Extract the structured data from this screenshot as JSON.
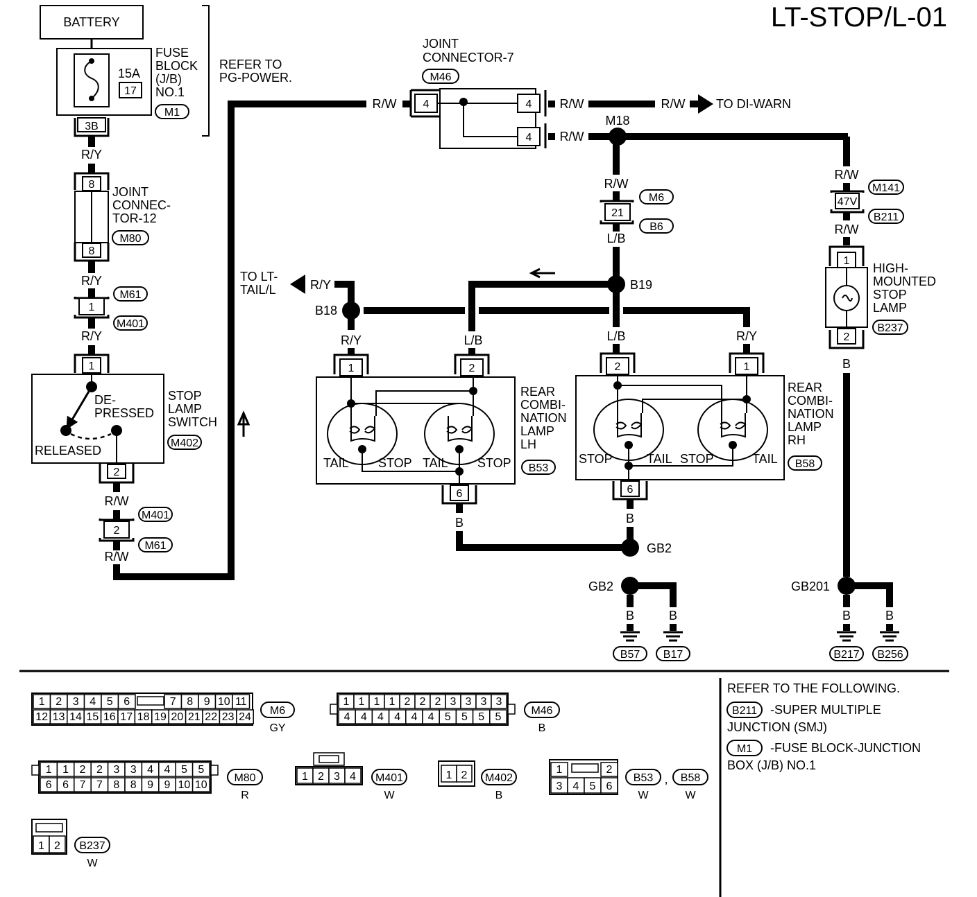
{
  "title": "LT-STOP/L-01",
  "components": {
    "battery": "BATTERY",
    "fuse_block": [
      "FUSE",
      "BLOCK",
      "(J/B)",
      "NO.1"
    ],
    "fuse_rating": "15A",
    "fuse_no": "17",
    "refer_pg": [
      "REFER TO",
      "PG-POWER."
    ],
    "joint7": [
      "JOINT",
      "CONNECTOR-7"
    ],
    "joint12": [
      "JOINT",
      "CONNEC-",
      "TOR-12"
    ],
    "stop_switch": [
      "STOP",
      "LAMP",
      "SWITCH"
    ],
    "depressed": [
      "DE-",
      "PRESSED"
    ],
    "released": "RELEASED",
    "rear_lh": [
      "REAR",
      "COMBI-",
      "NATION",
      "LAMP",
      "LH"
    ],
    "rear_rh": [
      "REAR",
      "COMBI-",
      "NATION",
      "LAMP",
      "RH"
    ],
    "high_mount": [
      "HIGH-",
      "MOUNTED",
      "STOP",
      "LAMP"
    ],
    "to_di_warn": "TO DI-WARN",
    "to_lt_tail": [
      "TO LT-",
      "TAIL/L"
    ],
    "tail": "TAIL",
    "stop": "STOP"
  },
  "connectors": {
    "M1": "M1",
    "M46": "M46",
    "M80": "M80",
    "M61": "M61",
    "M401": "M401",
    "M402": "M402",
    "M6": "M6",
    "B6": "B6",
    "M141": "M141",
    "B211": "B211",
    "B237": "B237",
    "B53": "B53",
    "B58": "B58",
    "B57": "B57",
    "B17": "B17",
    "B217": "B217",
    "B256": "B256"
  },
  "junctions": {
    "M18": "M18",
    "B19": "B19",
    "B18": "B18",
    "GB2": "GB2",
    "GB201": "GB201"
  },
  "wires": {
    "RY": "R/Y",
    "RW": "R/W",
    "LB": "L/B",
    "B": "B"
  },
  "pins": {
    "p1": "1",
    "p2": "2",
    "p3B": "3B",
    "p4": "4",
    "p6": "6",
    "p8": "8",
    "p21": "21",
    "p47V": "47V"
  },
  "legend": {
    "m6_row1": [
      "1",
      "2",
      "3",
      "4",
      "5",
      "6",
      "7",
      "8",
      "9",
      "10",
      "11"
    ],
    "m6_row2": [
      "12",
      "13",
      "14",
      "15",
      "16",
      "17",
      "18",
      "19",
      "20",
      "21",
      "22",
      "23",
      "24"
    ],
    "m6_color": "GY",
    "m46_row1": [
      "1",
      "1",
      "1",
      "1",
      "2",
      "2",
      "2",
      "3",
      "3",
      "3",
      "3"
    ],
    "m46_row2": [
      "4",
      "4",
      "4",
      "4",
      "4",
      "4",
      "5",
      "5",
      "5",
      "5"
    ],
    "m46_color": "B",
    "m80_row1": [
      "1",
      "1",
      "2",
      "2",
      "3",
      "3",
      "4",
      "4",
      "5",
      "5"
    ],
    "m80_row2": [
      "6",
      "6",
      "7",
      "7",
      "8",
      "8",
      "9",
      "9",
      "10",
      "10"
    ],
    "m80_color": "R",
    "m401_pins": [
      "1",
      "2",
      "3",
      "4"
    ],
    "m401_color": "W",
    "m402_pins": [
      "1",
      "2"
    ],
    "m402_color": "B",
    "b53_row1": [
      "1",
      "2"
    ],
    "b53_row2": [
      "3",
      "4",
      "5",
      "6"
    ],
    "b53_color": "W",
    "b58_color": "W",
    "b237_pins": [
      "1",
      "2"
    ],
    "b237_color": "W",
    "comma": ",",
    "refer_following": "REFER TO THE FOLLOWING.",
    "smj_code": "B211",
    "smj_text": [
      "-SUPER MULTIPLE",
      "JUNCTION (SMJ)"
    ],
    "fbj_code": "M1",
    "fbj_text": [
      "-FUSE BLOCK-JUNCTION",
      "BOX (J/B) NO.1"
    ]
  }
}
